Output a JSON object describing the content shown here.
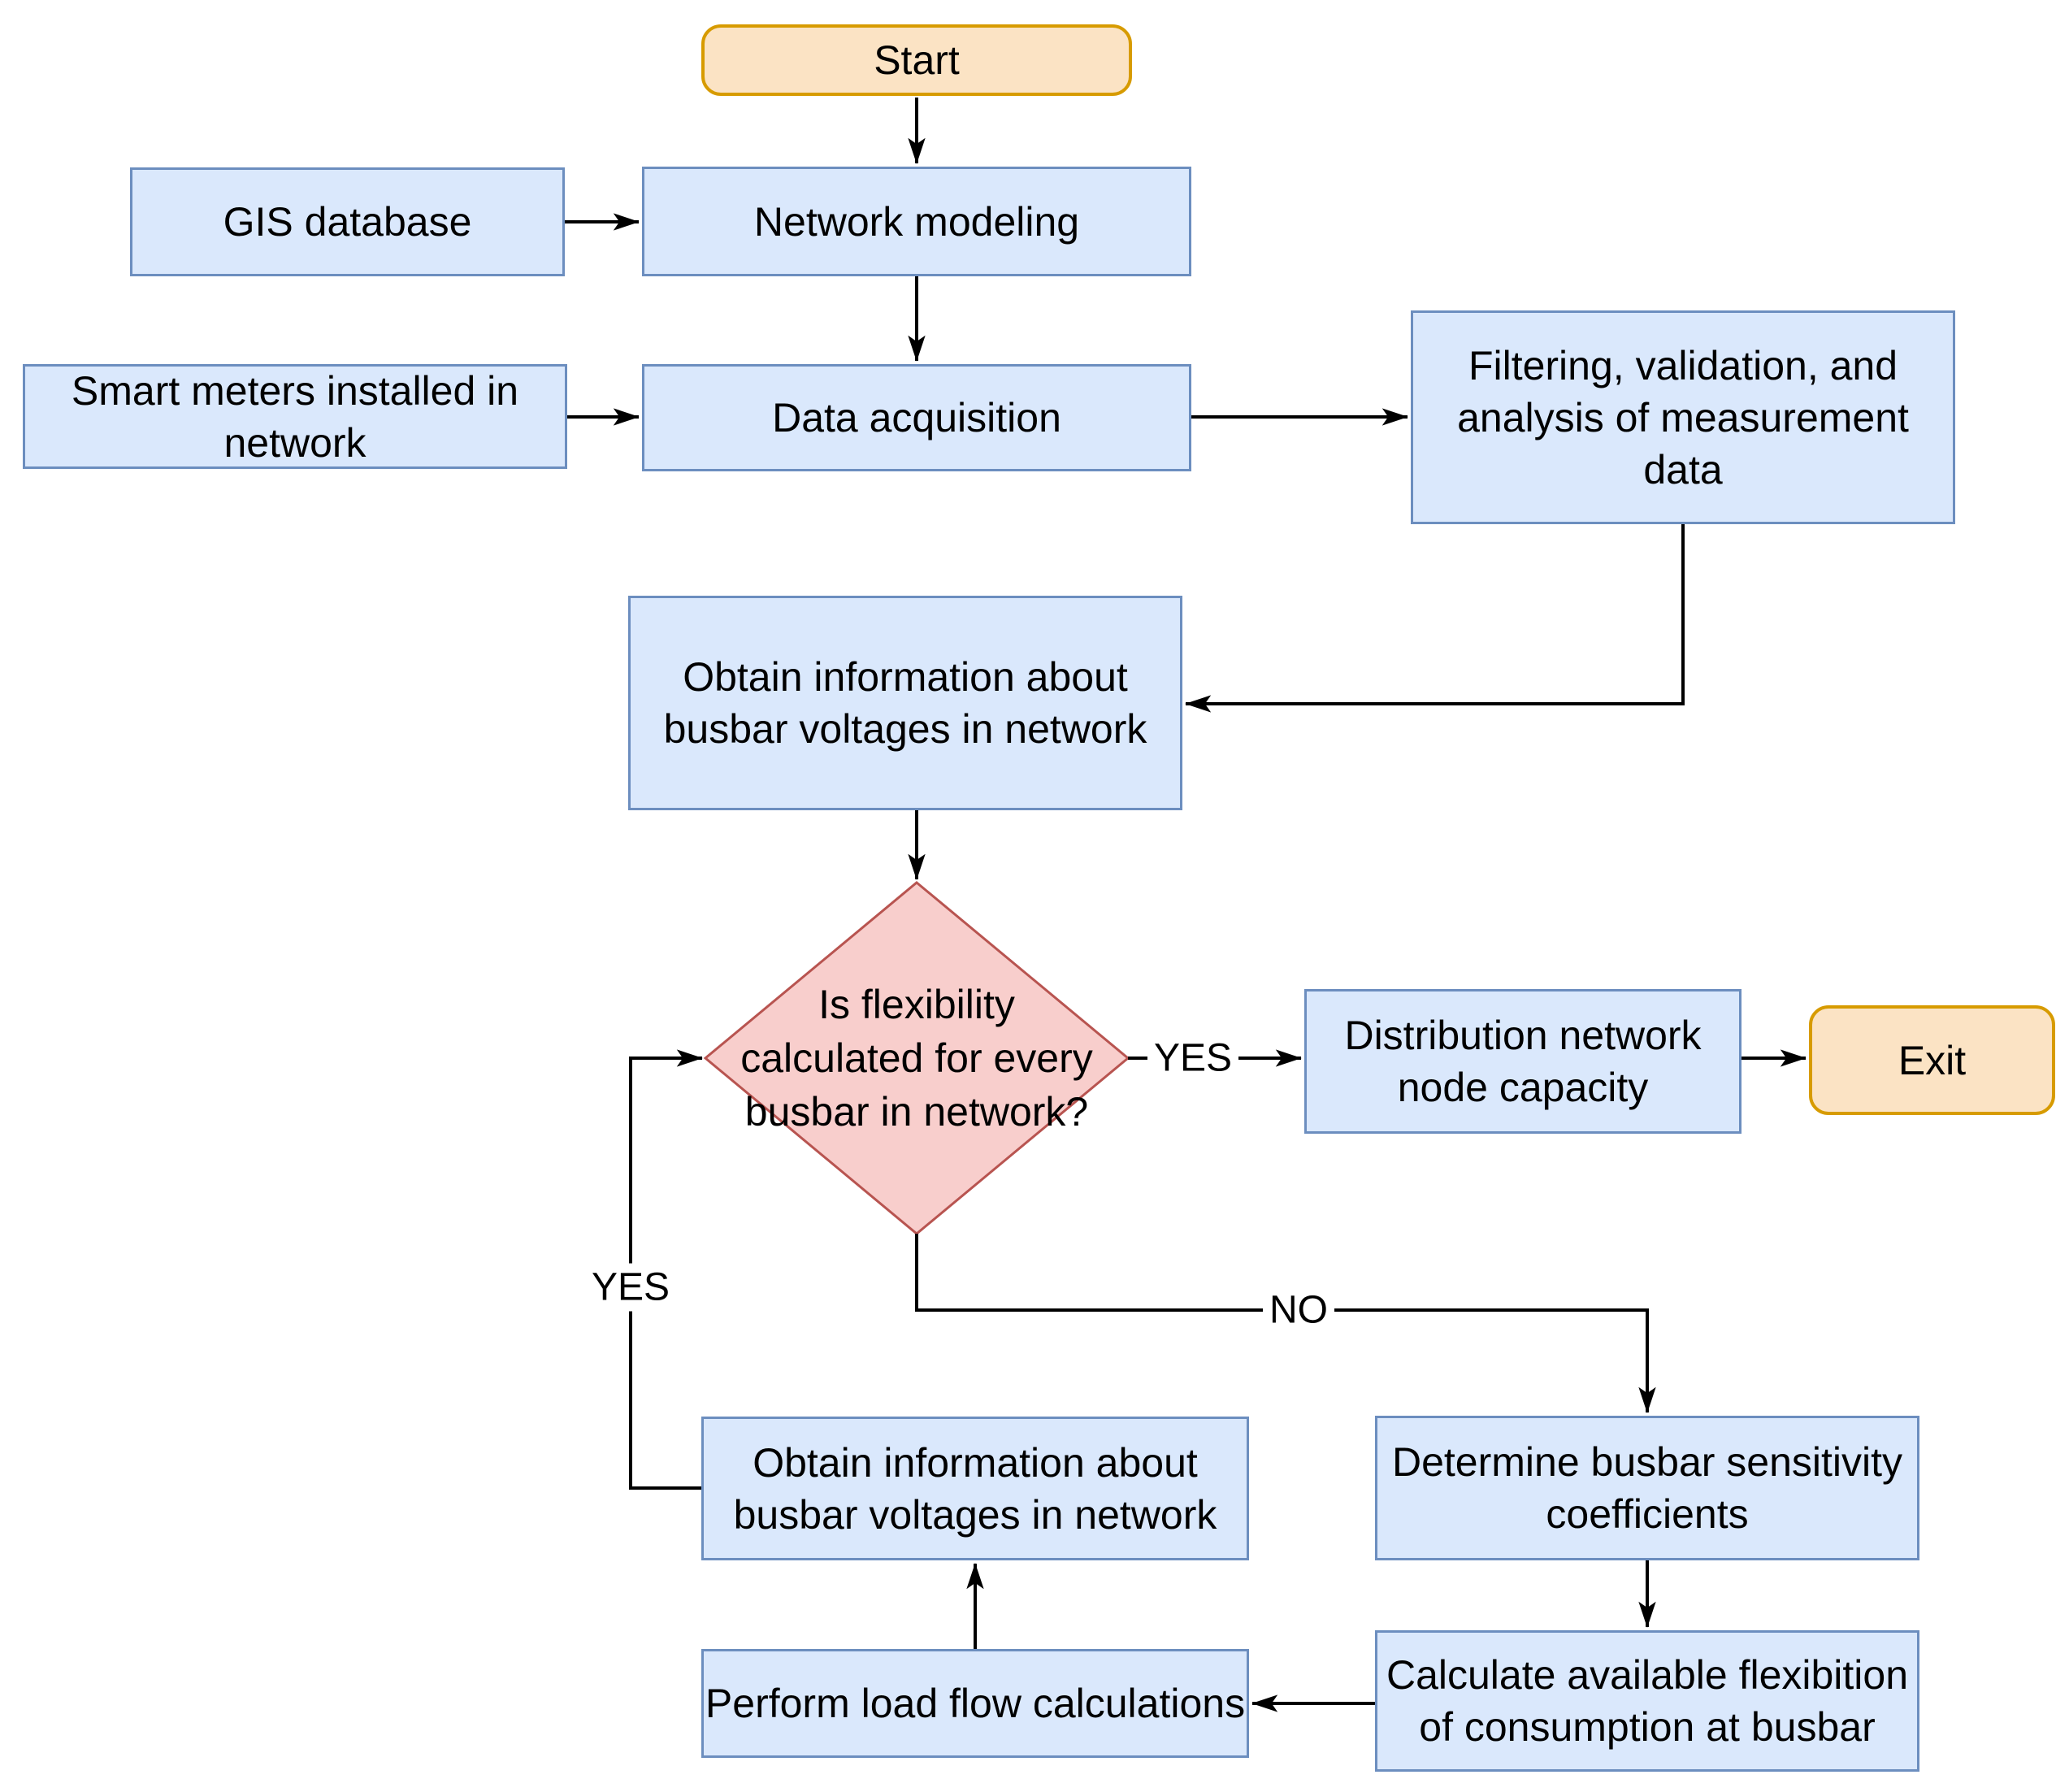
{
  "diagram": {
    "type": "flowchart",
    "background": "#FFFFFF",
    "colors": {
      "process_fill": "#DAE8FC",
      "process_border": "#6C8EBF",
      "terminal_fill": "#FBE3C4",
      "terminal_border": "#D79B00",
      "decision_fill": "#F8CECC",
      "decision_border": "#B85450",
      "line": "#000000",
      "text": "#000000"
    },
    "nodes": {
      "start": {
        "type": "terminal",
        "label": "Start"
      },
      "gis": {
        "type": "process",
        "label": "GIS database"
      },
      "network_modeling": {
        "type": "process",
        "label": "Network modeling"
      },
      "smart_meters": {
        "type": "process",
        "label": "Smart meters installed in\nnetwork"
      },
      "data_acquisition": {
        "type": "process",
        "label": "Data acquisition"
      },
      "filtering": {
        "type": "process",
        "label": "Filtering, validation, and\nanalysis of measurement data"
      },
      "obtain_info_top": {
        "type": "process",
        "label": "Obtain information about\nbusbar voltages in network"
      },
      "decision": {
        "type": "decision",
        "label": "Is flexibility\ncalculated for\nevery busbar\nin network?"
      },
      "distribution": {
        "type": "process",
        "label": "Distribution network\nnode capacity"
      },
      "exit": {
        "type": "terminal",
        "label": "Exit"
      },
      "determine": {
        "type": "process",
        "label": "Determine busbar sensitivity\ncoefficients"
      },
      "calculate": {
        "type": "process",
        "label": "Calculate available flexibition\nof consumption at busbar"
      },
      "perform": {
        "type": "process",
        "label": "Perform load flow calculations"
      },
      "obtain_info_bottom": {
        "type": "process",
        "label": "Obtain information about\nbusbar voltages in network"
      }
    },
    "edge_labels": {
      "yes_right": "YES",
      "yes_left": "YES",
      "no": "NO"
    },
    "edges": [
      {
        "from": "start",
        "to": "network_modeling",
        "label": ""
      },
      {
        "from": "gis",
        "to": "network_modeling",
        "label": ""
      },
      {
        "from": "network_modeling",
        "to": "data_acquisition",
        "label": ""
      },
      {
        "from": "smart_meters",
        "to": "data_acquisition",
        "label": ""
      },
      {
        "from": "data_acquisition",
        "to": "filtering",
        "label": ""
      },
      {
        "from": "filtering",
        "to": "obtain_info_top",
        "label": ""
      },
      {
        "from": "obtain_info_top",
        "to": "decision",
        "label": ""
      },
      {
        "from": "decision",
        "to": "distribution",
        "label": "YES"
      },
      {
        "from": "distribution",
        "to": "exit",
        "label": ""
      },
      {
        "from": "decision",
        "to": "determine",
        "label": "NO"
      },
      {
        "from": "determine",
        "to": "calculate",
        "label": ""
      },
      {
        "from": "calculate",
        "to": "perform",
        "label": ""
      },
      {
        "from": "perform",
        "to": "obtain_info_bottom",
        "label": ""
      },
      {
        "from": "obtain_info_bottom",
        "to": "decision",
        "label": "YES"
      }
    ]
  }
}
